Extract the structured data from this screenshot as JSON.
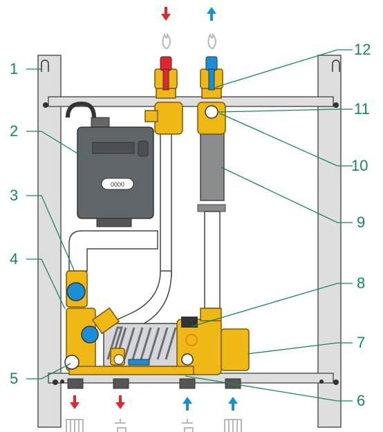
{
  "callouts": [
    "1",
    "2",
    "3",
    "4",
    "5",
    "6",
    "7",
    "8",
    "9",
    "10",
    "11",
    "12"
  ],
  "colors": {
    "callout_green": "#0d8a5a",
    "hot_red": "#e3262b",
    "cold_blue": "#1b8fd6",
    "brass": "#f0b814",
    "frame_grey": "#dcdcdc",
    "meter_dark": "#5f6368"
  },
  "icons": {
    "top_left": "gas-flame-icon",
    "top_right": "gas-flame-icon",
    "bottom_1": "radiator-icon",
    "bottom_2": "tap-icon",
    "bottom_3": "tap-icon",
    "bottom_4": "radiator-icon"
  },
  "meter_display": "0000"
}
